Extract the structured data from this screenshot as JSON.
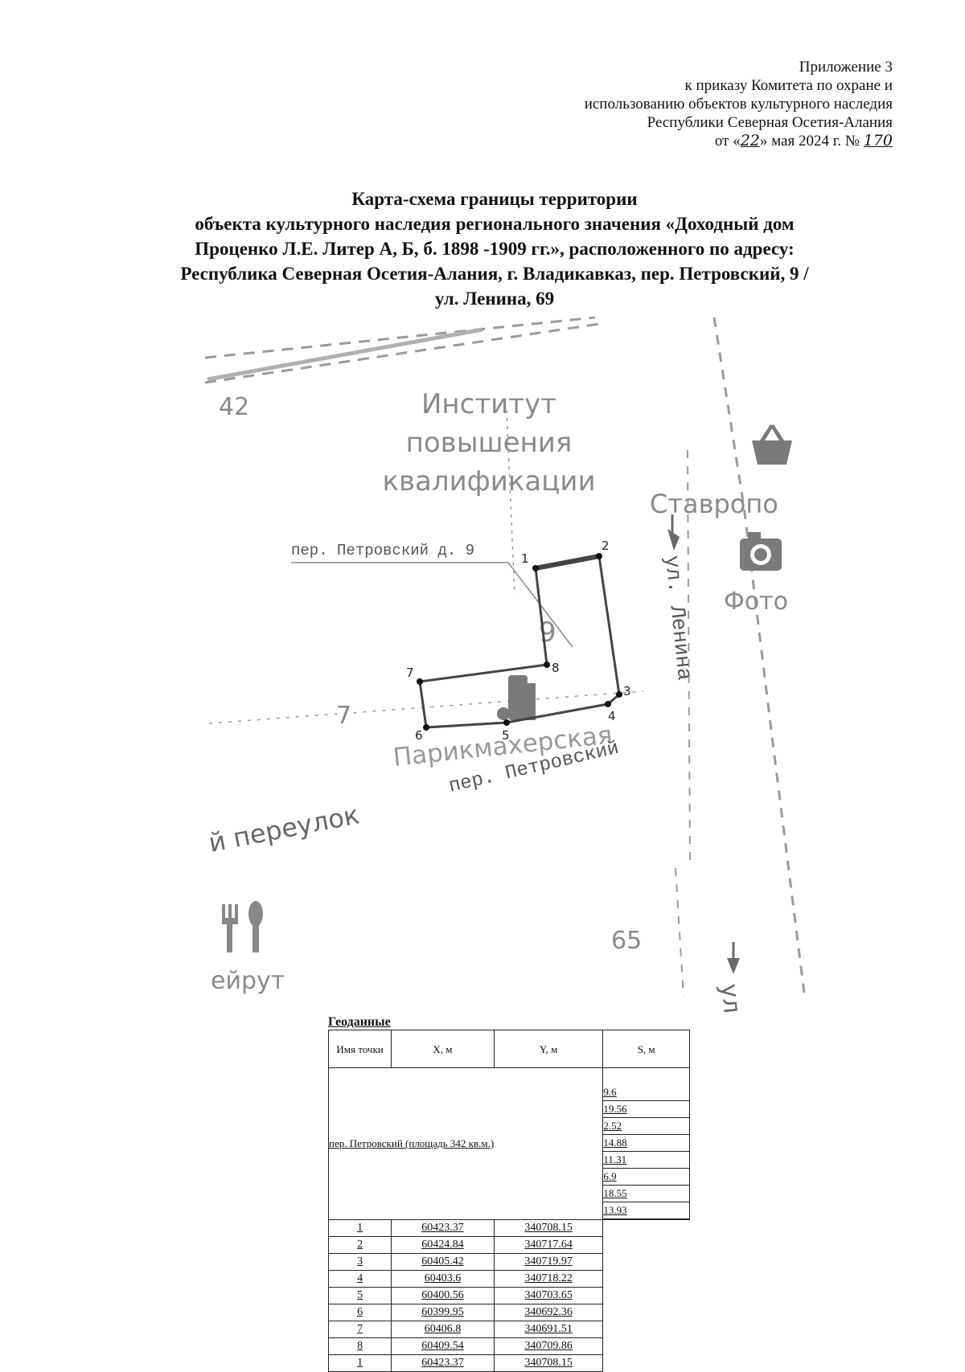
{
  "appendix": {
    "line1": "Приложение 3",
    "line2": "к приказу Комитета по охране и",
    "line3": "использованию объектов культурного наследия",
    "line4": "Республики Северная Осетия-Алания",
    "date_prefix": "от «",
    "date_day": "22",
    "date_mid": "» мая 2024 г. №",
    "order_number": "170"
  },
  "title": {
    "line1": "Карта-схема границы территории",
    "line2": "объекта культурного наследия регионального значения «Доходный дом",
    "line3": "Проценко Л.Е. Литер А, Б, б. 1898 -1909 гг.», расположенного по адресу:",
    "line4": "Республика Северная Осетия-Алания, г. Владикавказ, пер. Петровский, 9 /",
    "line5": "ул. Ленина, 69"
  },
  "map": {
    "house_numbers": {
      "n42": "42",
      "n9": "9",
      "n7": "7",
      "n65": "65"
    },
    "poi": {
      "institute_l1": "Институт",
      "institute_l2": "повышения",
      "institute_l3": "квалификации",
      "stavropol": "Ставропо",
      "photo": "Фото",
      "hairdresser": "Парикмахерская",
      "beirut": "ейрут"
    },
    "streets": {
      "lenina": "ул. Ленина",
      "petrovsky": "пер. Петровский",
      "pereulok": "й переулок",
      "ul_fragment": "ул"
    },
    "callout": "пер. Петровский д. 9",
    "icons": [
      "basket-icon",
      "camera-icon",
      "restaurant-icon",
      "heritage-building-icon",
      "direction-arrow-icon"
    ],
    "point_labels": [
      "1",
      "2",
      "3",
      "4",
      "5",
      "6",
      "7",
      "8"
    ]
  },
  "geodata": {
    "caption": "Геоданные",
    "headers": {
      "name": "Имя точки",
      "x": "X, м",
      "y": "Y, м",
      "s": "S, м"
    },
    "section": "пер. Петровский (площадь 342 кв.м.)",
    "rows": [
      {
        "name": "1",
        "x": "60423.37",
        "y": "340708.15"
      },
      {
        "name": "2",
        "x": "60424.84",
        "y": "340717.64"
      },
      {
        "name": "3",
        "x": "60405.42",
        "y": "340719.97"
      },
      {
        "name": "4",
        "x": "60403.6",
        "y": "340718.22"
      },
      {
        "name": "5",
        "x": "60400.56",
        "y": "340703.65"
      },
      {
        "name": "6",
        "x": "60399.95",
        "y": "340692.36"
      },
      {
        "name": "7",
        "x": "60406.8",
        "y": "340691.51"
      },
      {
        "name": "8",
        "x": "60409.54",
        "y": "340709.86"
      },
      {
        "name": "1",
        "x": "60423.37",
        "y": "340708.15"
      }
    ],
    "distances": [
      "9.6",
      "19.56",
      "2.52",
      "14.88",
      "11.31",
      "6.9",
      "18.55",
      "13.93"
    ]
  }
}
